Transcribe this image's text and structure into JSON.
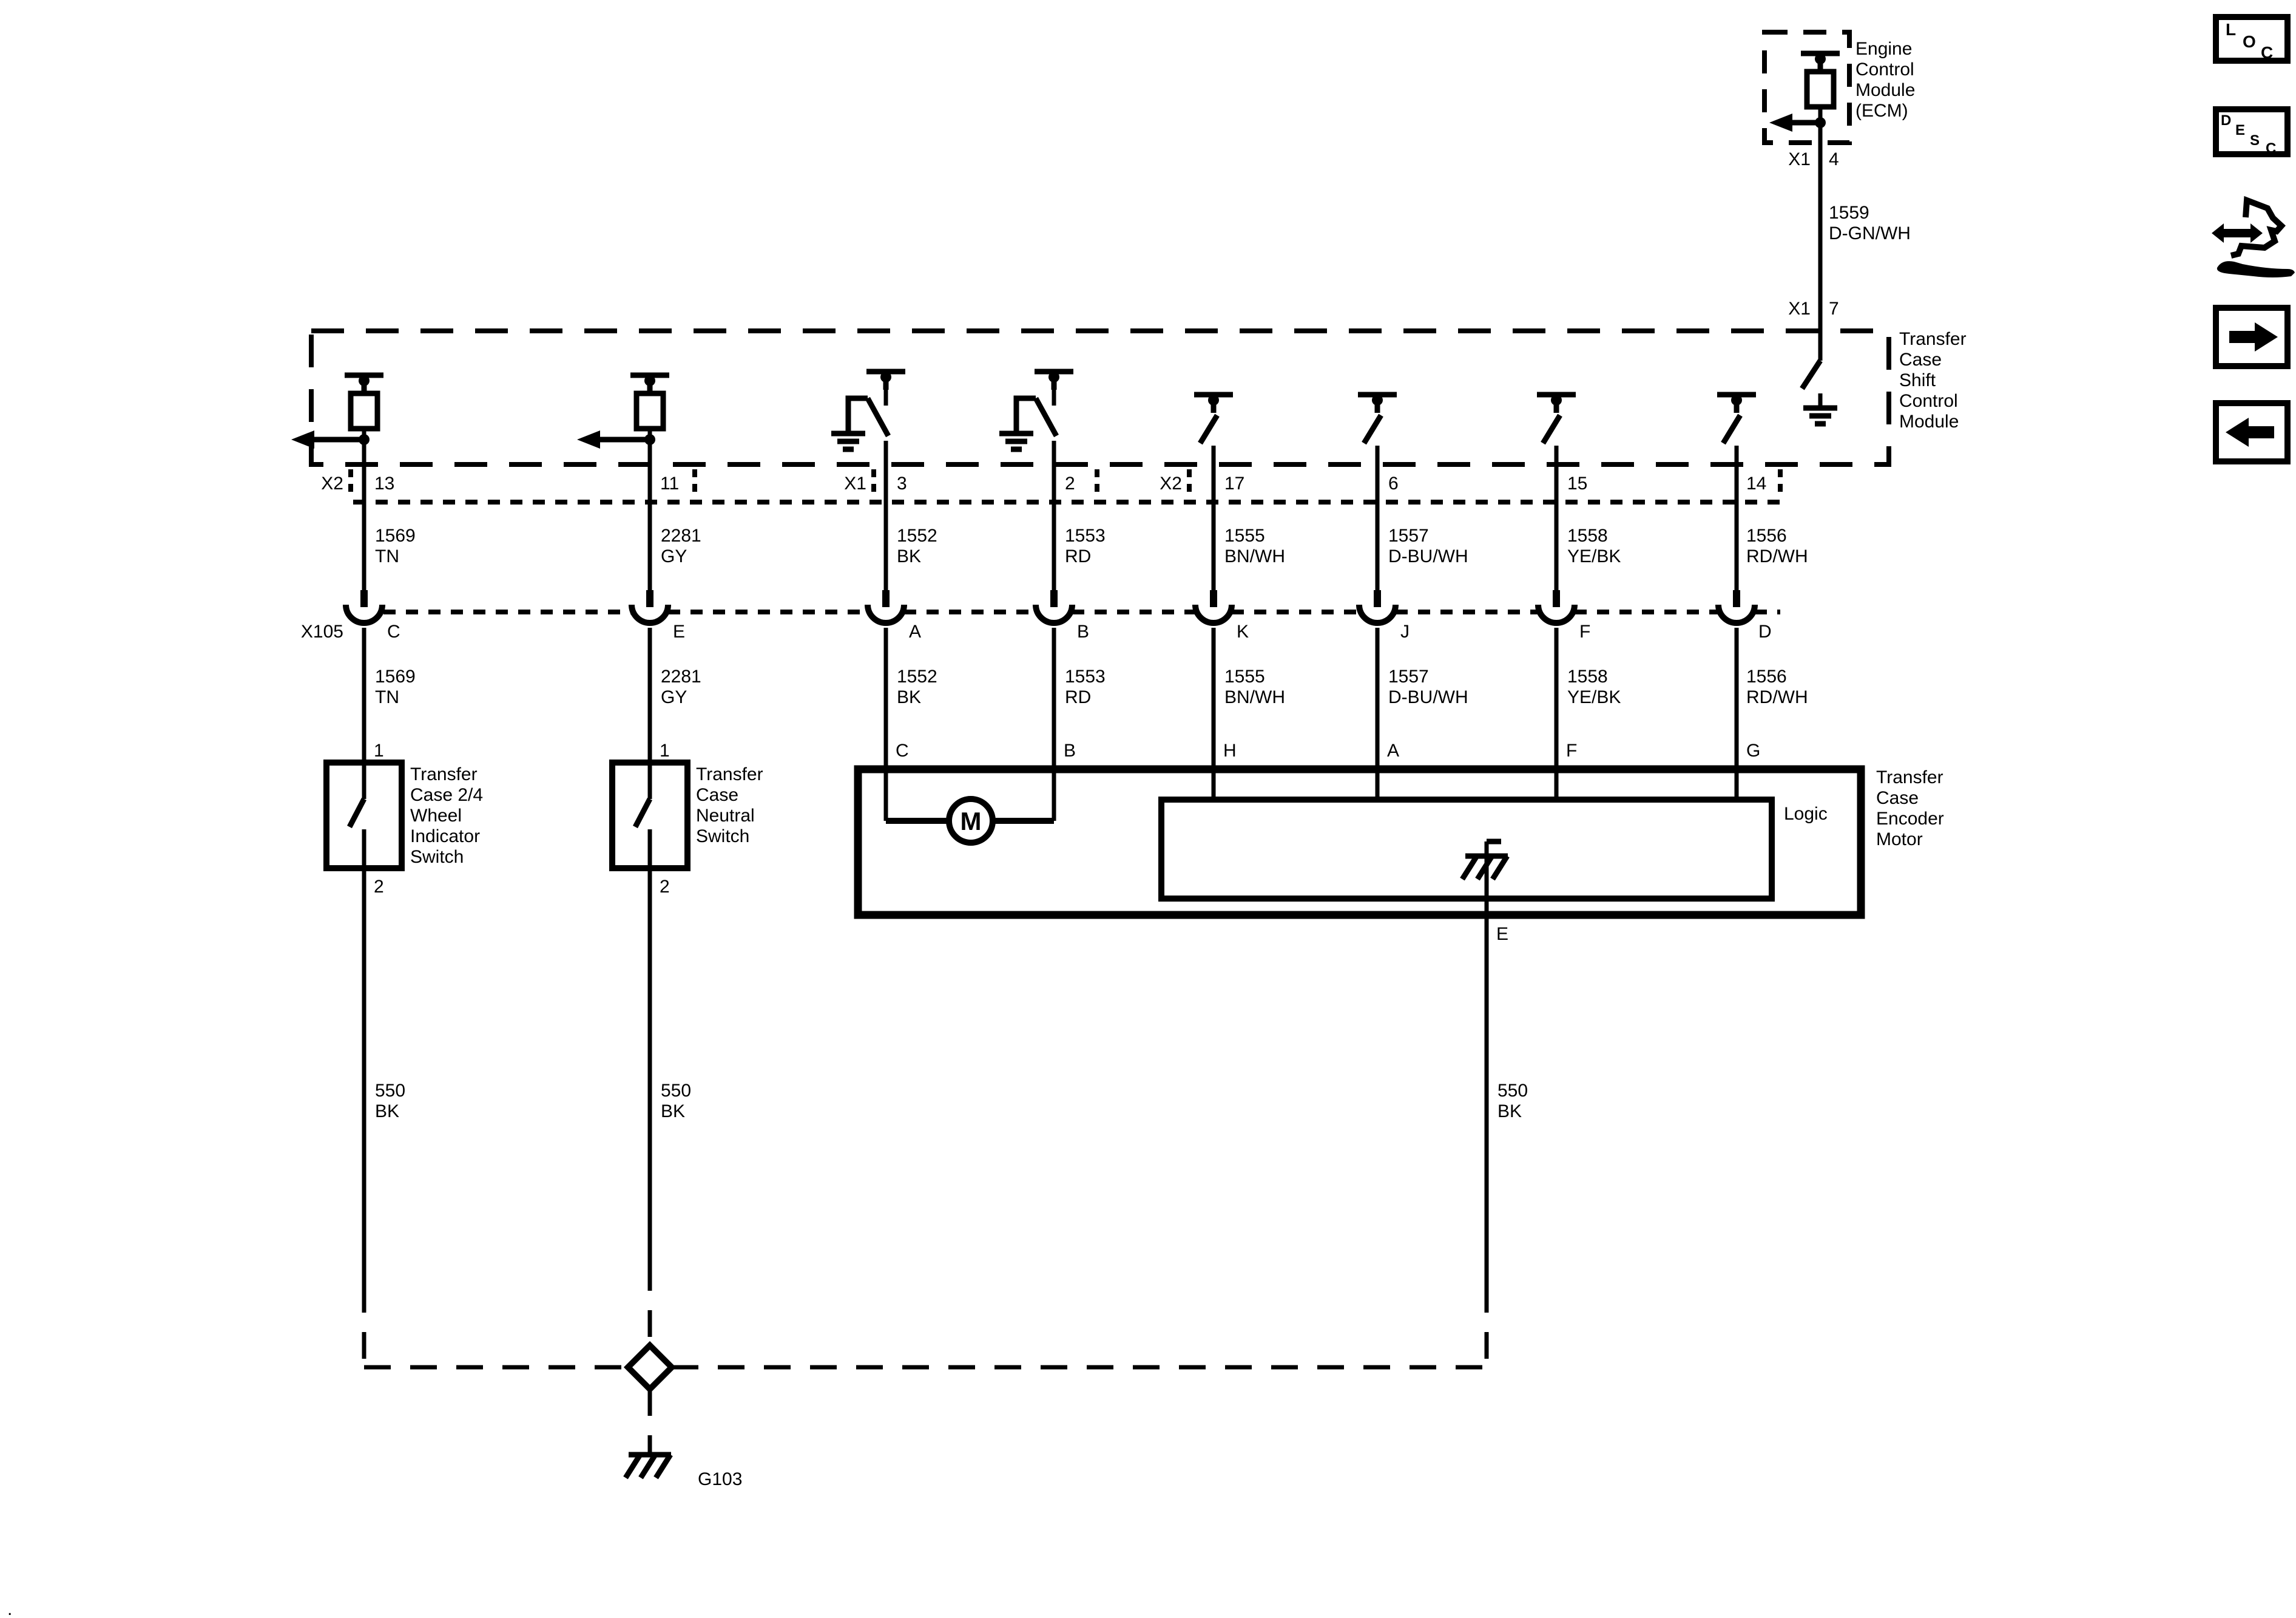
{
  "ecm": {
    "name_lines": [
      "Engine",
      "Control",
      "Module",
      "(ECM)"
    ],
    "connector": "X1",
    "pin_top": "4",
    "pin_bottom": "7",
    "wire": {
      "circuit": "1559",
      "color": "D-GN/WH"
    }
  },
  "tcscm": {
    "name_lines": [
      "Transfer",
      "Case",
      "Shift",
      "Control",
      "Module"
    ],
    "groups": [
      {
        "name": "X2",
        "pins": [
          "13",
          "11"
        ]
      },
      {
        "name": "X1",
        "pins": [
          "3",
          "2"
        ]
      },
      {
        "name": "X2",
        "pins": [
          "17",
          "6",
          "15",
          "14"
        ]
      }
    ]
  },
  "x105": {
    "name": "X105",
    "pins": [
      "C",
      "E",
      "A",
      "B",
      "K",
      "J",
      "F",
      "D"
    ]
  },
  "wires": [
    {
      "circuit": "1569",
      "color": "TN"
    },
    {
      "circuit": "2281",
      "color": "GY"
    },
    {
      "circuit": "1552",
      "color": "BK"
    },
    {
      "circuit": "1553",
      "color": "RD"
    },
    {
      "circuit": "1555",
      "color": "BN/WH"
    },
    {
      "circuit": "1557",
      "color": "D-BU/WH"
    },
    {
      "circuit": "1558",
      "color": "YE/BK"
    },
    {
      "circuit": "1556",
      "color": "RD/WH"
    }
  ],
  "ground_wire": {
    "circuit": "550",
    "color": "BK"
  },
  "switch1": {
    "name_lines": [
      "Transfer",
      "Case 2/4",
      "Wheel",
      "Indicator",
      "Switch"
    ],
    "pin_top": "1",
    "pin_bottom": "2"
  },
  "switch2": {
    "name_lines": [
      "Transfer",
      "Case",
      "Neutral",
      "Switch"
    ],
    "pin_top": "1",
    "pin_bottom": "2"
  },
  "encoder": {
    "name_lines": [
      "Transfer",
      "Case",
      "Encoder",
      "Motor"
    ],
    "logic_label": "Logic",
    "motor_label": "M",
    "pins": [
      "C",
      "B",
      "H",
      "A",
      "F",
      "G"
    ],
    "pin_e": "E"
  },
  "ground": {
    "label": "G103"
  },
  "sidebar": {
    "loc": [
      "L",
      "O",
      "C"
    ],
    "desc": [
      "D",
      "E",
      "S",
      "C"
    ]
  },
  "footer": {
    "dot": "."
  }
}
